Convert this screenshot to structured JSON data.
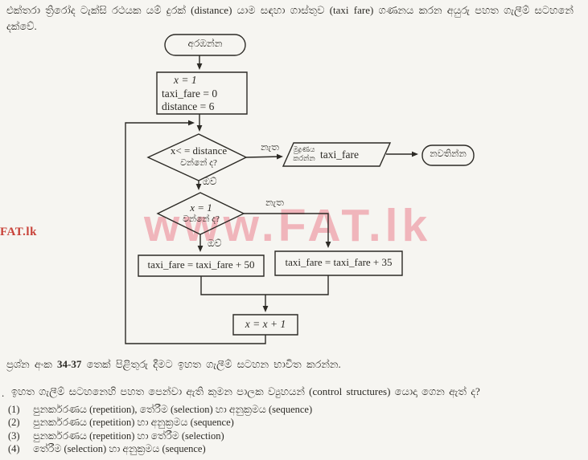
{
  "colors": {
    "ink": "#2c2a25",
    "watermark_pink": "#efa6ae",
    "watermark_red": "#c84138",
    "paper": "#f6f5f1"
  },
  "intro": "එක්තරා ත්‍රිරෝද ටැක්සි රථයක යම් දුරක් (distance) යාම සඳහා ගාස්තුව (taxi fare) ගණනය කරන අයුරු පහත ගැලීම් සටහනේ දක්වේ.",
  "flowchart": {
    "start_label": "අරඹන්න",
    "init": {
      "line1": "x = 1",
      "line2": "taxi_fare = 0",
      "line3": "distance = 6"
    },
    "decision1": {
      "line1": "x< = distance",
      "line2": "වන්නේ ද?"
    },
    "decision1_no": "නැත",
    "decision1_yes": "ඔව්",
    "output": {
      "action_line1": "මුද්‍රණය",
      "action_line2": "කරන්න",
      "value": "taxi_fare"
    },
    "end_label": "නවතින්න",
    "decision2": {
      "line1": "x = 1",
      "line2": "වන්නේ ද?"
    },
    "decision2_no": "නැත",
    "decision2_yes": "ඔව්",
    "process_add50": "taxi_fare = taxi_fare + 50",
    "process_add35": "taxi_fare = taxi_fare + 35",
    "increment": "x = x + 1"
  },
  "watermark": {
    "center": "www.FAT.lk",
    "left": "FAT.lk"
  },
  "footer": {
    "instruction_prefix": "ප්‍රශ්න අංක",
    "instruction_bold": "34-37",
    "instruction_suffix": "තෙක් පිළිතුරු දීමට ඉහත ගැලීම් සටහන භාවිත කරන්න.",
    "question_marker": ".",
    "question": "ඉහත ගැලීම් සටහනෙහි පහත පෙන්වා ඇති කුමන පාලක ව්‍යුහයන් (control structures) යොදා ගෙන ඇත් ද?",
    "options": [
      {
        "num": "(1)",
        "text": "පුනර්කරණය (repetition), තේරීම (selection) හා අනුක්‍රමය (sequence)"
      },
      {
        "num": "(2)",
        "text": "පුනර්කරණය (repetition) හා අනුක්‍රමය (sequence)"
      },
      {
        "num": "(3)",
        "text": "පුනර්කරණය (repetition) හා තේරීම (selection)"
      },
      {
        "num": "(4)",
        "text": "තේරීම (selection) හා අනුක්‍රමය (sequence)"
      }
    ]
  }
}
